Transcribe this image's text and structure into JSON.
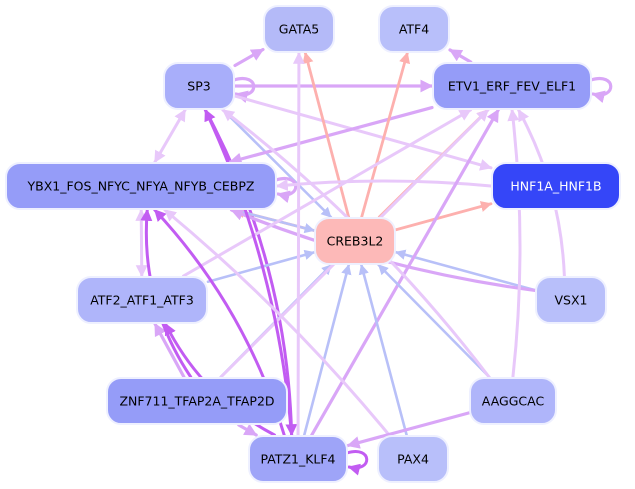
{
  "graph": {
    "title": "Transcription factor regulatory network",
    "colors": {
      "edge_purple_light": "#e8c8fa",
      "edge_purple_mid": "#d9a6f7",
      "edge_purple_strong": "#c25cf2",
      "edge_blue": "#b8c0f8",
      "edge_pink": "#fdb0ae",
      "node_stroke": "#eef0ff"
    },
    "nodes": [
      {
        "id": "GATA5",
        "label": "GATA5",
        "fill": "#b4baf8",
        "text": "#000000"
      },
      {
        "id": "ATF4",
        "label": "ATF4",
        "fill": "#b8bffa",
        "text": "#000000"
      },
      {
        "id": "SP3",
        "label": "SP3",
        "fill": "#a8aefa",
        "text": "#000000"
      },
      {
        "id": "ETV1",
        "label": "ETV1_ERF_FEV_ELF1",
        "fill": "#959cf8",
        "text": "#000000"
      },
      {
        "id": "YBX1",
        "label": "YBX1_FOS_NFYC_NFYA_NFYB_CEBPZ",
        "fill": "#959cf8",
        "text": "#000000"
      },
      {
        "id": "HNF1A",
        "label": "HNF1A_HNF1B",
        "fill": "#3546f8",
        "text": "#ffffff"
      },
      {
        "id": "CREB3L2",
        "label": "CREB3L2",
        "fill": "#fdb9b8",
        "text": "#000000"
      },
      {
        "id": "ATF2",
        "label": "ATF2_ATF1_ATF3",
        "fill": "#afb5fa",
        "text": "#000000"
      },
      {
        "id": "VSX1",
        "label": "VSX1",
        "fill": "#b8bffa",
        "text": "#000000"
      },
      {
        "id": "ZNF711",
        "label": "ZNF711_TFAP2A_TFAP2D",
        "fill": "#959cf8",
        "text": "#000000"
      },
      {
        "id": "AAGGCAC",
        "label": "AAGGCAC",
        "fill": "#afb5fa",
        "text": "#000000"
      },
      {
        "id": "PATZ1",
        "label": "PATZ1_KLF4",
        "fill": "#9ea4f8",
        "text": "#000000"
      },
      {
        "id": "PAX4",
        "label": "PAX4",
        "fill": "#b8bffa",
        "text": "#000000"
      }
    ],
    "edges": [
      {
        "from": "SP3",
        "to": "GATA5",
        "color": "purple_mid"
      },
      {
        "from": "SP3",
        "to": "SP3",
        "color": "purple_mid",
        "self": true
      },
      {
        "from": "SP3",
        "to": "ETV1",
        "color": "purple_mid"
      },
      {
        "from": "SP3",
        "to": "YBX1",
        "color": "purple_light",
        "bidir": true
      },
      {
        "from": "SP3",
        "to": "CREB3L2",
        "color": "blue"
      },
      {
        "from": "SP3",
        "to": "HNF1A",
        "color": "purple_light"
      },
      {
        "from": "SP3",
        "to": "PATZ1",
        "color": "purple_strong"
      },
      {
        "from": "ETV1",
        "to": "ETV1",
        "color": "purple_mid",
        "self": true
      },
      {
        "from": "ETV1",
        "to": "ATF4",
        "color": "purple_mid"
      },
      {
        "from": "ETV1",
        "to": "YBX1",
        "color": "purple_mid"
      },
      {
        "from": "CREB3L2",
        "to": "GATA5",
        "color": "pink"
      },
      {
        "from": "CREB3L2",
        "to": "ATF4",
        "color": "pink"
      },
      {
        "from": "CREB3L2",
        "to": "ETV1",
        "color": "pink"
      },
      {
        "from": "CREB3L2",
        "to": "HNF1A",
        "color": "pink"
      },
      {
        "from": "CREB3L2",
        "to": "YBX1",
        "color": "pink"
      },
      {
        "from": "YBX1",
        "to": "YBX1",
        "color": "purple_mid",
        "self": true
      },
      {
        "from": "YBX1",
        "to": "ATF2",
        "color": "purple_light",
        "bidir": true
      },
      {
        "from": "YBX1",
        "to": "CREB3L2",
        "color": "blue"
      },
      {
        "from": "HNF1A",
        "to": "YBX1",
        "color": "purple_light"
      },
      {
        "from": "VSX1",
        "to": "CREB3L2",
        "color": "blue"
      },
      {
        "from": "VSX1",
        "to": "YBX1",
        "color": "purple_mid"
      },
      {
        "from": "VSX1",
        "to": "ETV1",
        "color": "purple_light"
      },
      {
        "from": "ATF2",
        "to": "CREB3L2",
        "color": "blue"
      },
      {
        "from": "ATF2",
        "to": "ETV1",
        "color": "purple_light"
      },
      {
        "from": "ZNF711",
        "to": "ATF2",
        "color": "purple_mid"
      },
      {
        "from": "ZNF711",
        "to": "YBX1",
        "color": "purple_strong"
      },
      {
        "from": "ZNF711",
        "to": "CREB3L2",
        "color": "blue"
      },
      {
        "from": "ZNF711",
        "to": "ETV1",
        "color": "purple_light"
      },
      {
        "from": "ZNF711",
        "to": "PATZ1",
        "color": "purple_mid"
      },
      {
        "from": "PATZ1",
        "to": "PATZ1",
        "color": "purple_strong",
        "self": true
      },
      {
        "from": "PATZ1",
        "to": "YBX1",
        "color": "purple_strong"
      },
      {
        "from": "PATZ1",
        "to": "ATF2",
        "color": "purple_strong"
      },
      {
        "from": "PATZ1",
        "to": "GATA5",
        "color": "purple_light"
      },
      {
        "from": "PATZ1",
        "to": "CREB3L2",
        "color": "blue"
      },
      {
        "from": "PATZ1",
        "to": "ETV1",
        "color": "purple_mid"
      },
      {
        "from": "PATZ1",
        "to": "SP3",
        "color": "purple_strong"
      },
      {
        "from": "PAX4",
        "to": "CREB3L2",
        "color": "blue"
      },
      {
        "from": "PAX4",
        "to": "YBX1",
        "color": "purple_light"
      },
      {
        "from": "AAGGCAC",
        "to": "CREB3L2",
        "color": "blue"
      },
      {
        "from": "AAGGCAC",
        "to": "PATZ1",
        "color": "purple_mid"
      },
      {
        "from": "AAGGCAC",
        "to": "ETV1",
        "color": "purple_light"
      },
      {
        "from": "AAGGCAC",
        "to": "SP3",
        "color": "purple_light"
      }
    ]
  }
}
